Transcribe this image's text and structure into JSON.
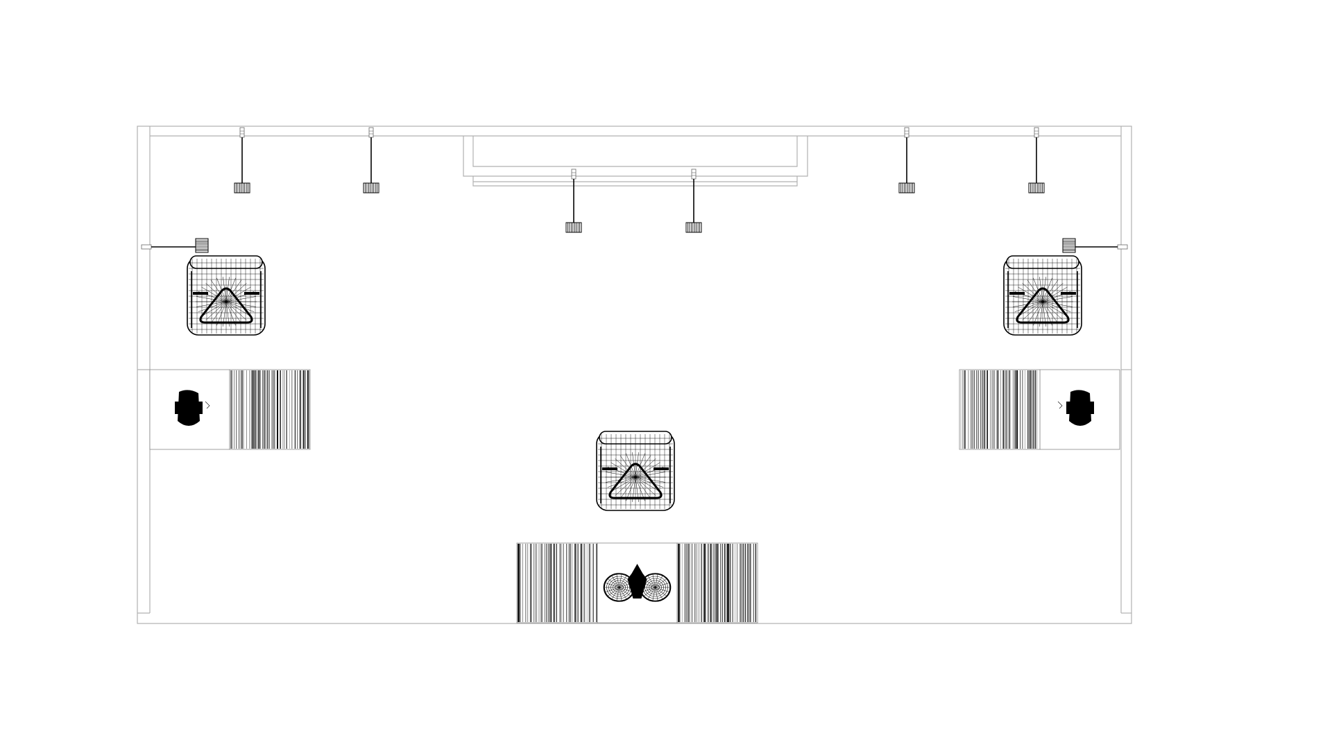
{
  "view": {
    "type": "top-down wireframe floor plan",
    "background": "#ffffff",
    "line_color": "#000000",
    "wall_color": "#b0b0b0"
  },
  "ceiling_track": {
    "raised_section": true,
    "spotlights": [
      {
        "id": "spot-1",
        "icon": "spotlight-icon"
      },
      {
        "id": "spot-2",
        "icon": "spotlight-icon"
      },
      {
        "id": "spot-3",
        "icon": "spotlight-icon"
      },
      {
        "id": "spot-4",
        "icon": "spotlight-icon"
      },
      {
        "id": "spot-5",
        "icon": "spotlight-icon"
      },
      {
        "id": "spot-6",
        "icon": "spotlight-icon"
      }
    ]
  },
  "wall_spotlights": [
    {
      "id": "wall-spot-left",
      "icon": "spotlight-icon"
    },
    {
      "id": "wall-spot-right",
      "icon": "spotlight-icon"
    }
  ],
  "armchairs": [
    {
      "id": "armchair-left",
      "icon": "armchair-icon"
    },
    {
      "id": "armchair-right",
      "icon": "armchair-icon"
    },
    {
      "id": "armchair-center",
      "icon": "armchair-icon"
    }
  ],
  "displays": [
    {
      "id": "display-left",
      "icon": "sneaker-icon",
      "panels": 1
    },
    {
      "id": "display-right",
      "icon": "sneaker-icon",
      "panels": 1
    },
    {
      "id": "display-center",
      "icon": "sneaker-pair-icon",
      "panels": 2
    }
  ]
}
